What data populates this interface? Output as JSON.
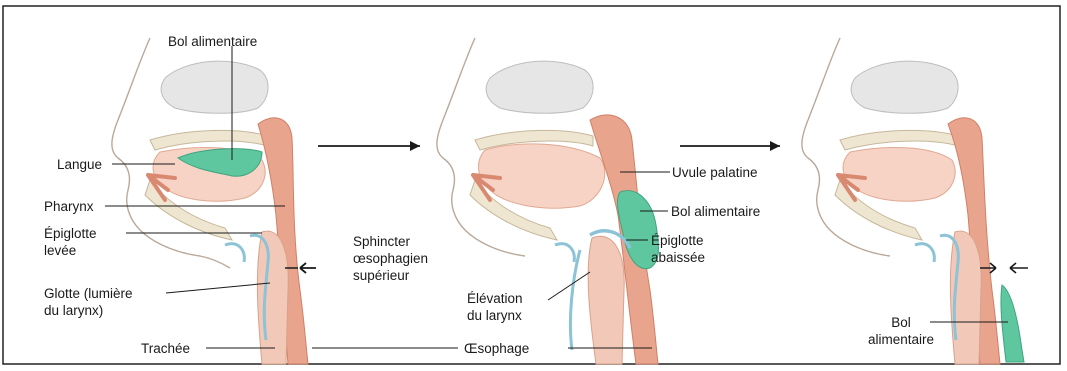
{
  "labels": {
    "bol_alimentaire_top": "Bol alimentaire",
    "langue": "Langue",
    "pharynx": "Pharynx",
    "epiglotte_levee": "Épiglotte\nlevée",
    "glotte": "Glotte (lumière\ndu larynx)",
    "trachee": "Trachée",
    "sphincter": "Sphincter\nœsophagien\nsupérieur",
    "uvule": "Uvule palatine",
    "bol_alimentaire_mid": "Bol alimentaire",
    "epiglotte_abaissee": "Épiglotte\nabaissée",
    "elevation_larynx": "Élévation\ndu larynx",
    "oesophage": "Œsophage",
    "bol_alimentaire_right": "Bol\nalimentaire"
  },
  "colors": {
    "muscle": "#e8a48c",
    "muscle_dark": "#d9896f",
    "bone": "#efe6d2",
    "bone_dots": "#d8c9a6",
    "tissue": "#f6d3c4",
    "cartilage": "#cfe6ef",
    "bolus": "#5ec7a0",
    "line": "#1a1a1a",
    "nasal": "#e8e8e8"
  }
}
